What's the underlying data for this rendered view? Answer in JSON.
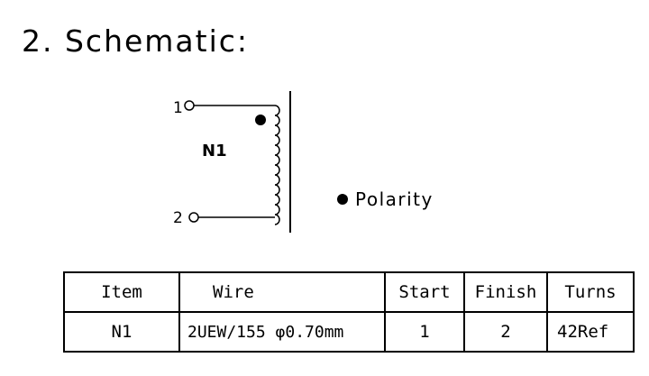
{
  "heading": "2. Schematic:",
  "schematic": {
    "pin_start": "1",
    "pin_end": "2",
    "winding_label": "N1",
    "legend_label": "Polarity",
    "legend_icon": "filled-dot"
  },
  "table": {
    "headers": {
      "item": "Item",
      "wire": "Wire",
      "start": "Start",
      "finish": "Finish",
      "turns": "Turns"
    },
    "rows": [
      {
        "item": "N1",
        "wire": "2UEW/155 φ0.70mm",
        "start": "1",
        "finish": "2",
        "turns": "42Ref"
      }
    ]
  }
}
